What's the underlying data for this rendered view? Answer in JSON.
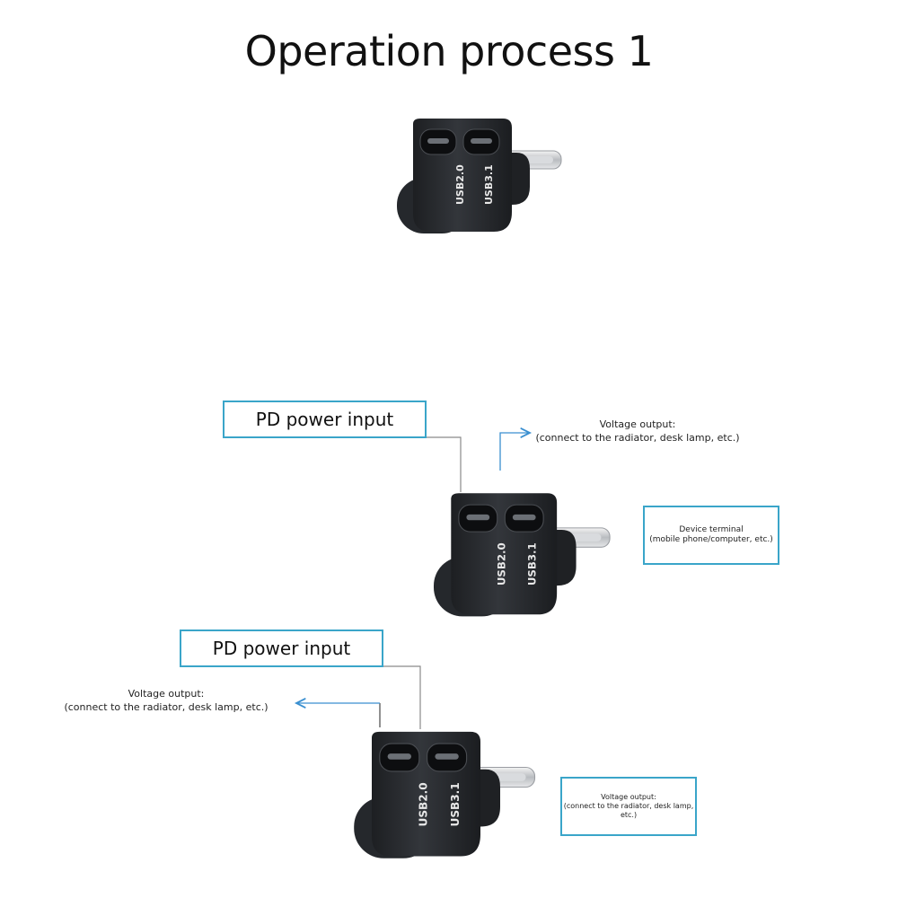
{
  "title": "Operation process 1",
  "adapter": {
    "port_left_label": "USB2.0",
    "port_right_label": "USB3.1"
  },
  "colors": {
    "box_border": "#3aa5c9",
    "arrow": "#3a8fd0",
    "line": "#8a8a8a",
    "adapter_body": "#2a2d31"
  },
  "step2": {
    "pd_label": "PD power input",
    "voltage_line1": "Voltage output:",
    "voltage_line2": "(connect to the radiator, desk lamp, etc.)",
    "device_line1": "Device terminal",
    "device_line2": "(mobile phone/computer, etc.)"
  },
  "step3": {
    "pd_label": "PD power input",
    "voltage_line1": "Voltage output:",
    "voltage_line2": "(connect to the radiator, desk lamp, etc.)",
    "box_line1": "Voltage output:",
    "box_line2": "(connect to the radiator, desk lamp, etc.)"
  }
}
